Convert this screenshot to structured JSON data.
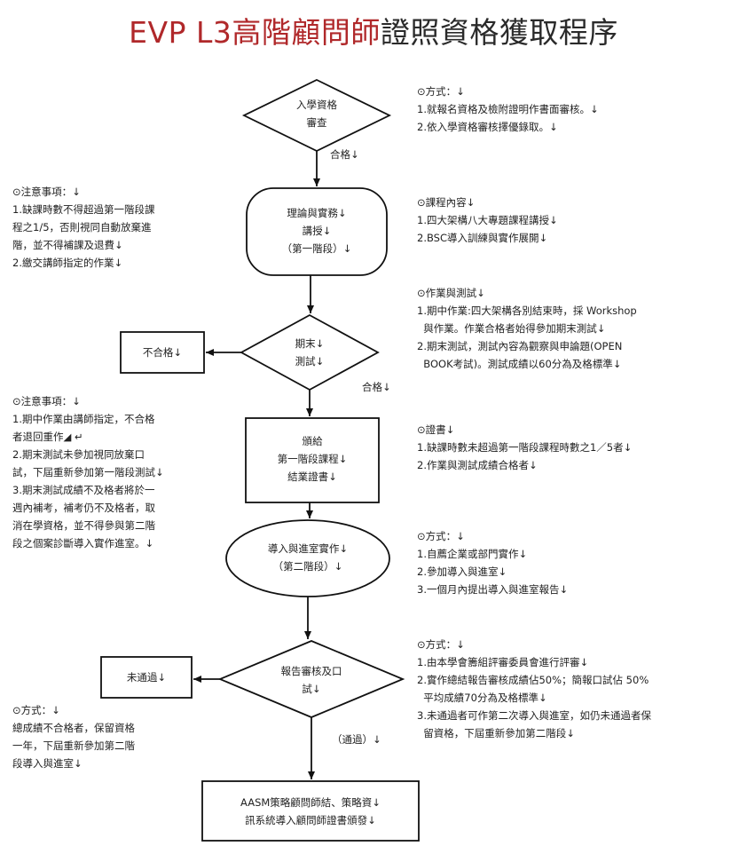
{
  "title": {
    "prefix": "EVP L3高階顧問師",
    "suffix": "證照資格獲取程序"
  },
  "nodes": {
    "n1": [
      "入學資格",
      "審查"
    ],
    "n2": [
      "理論與實務↓",
      "講授↓",
      "（第一階段）↓"
    ],
    "n3": [
      "期末↓",
      "測試↓"
    ],
    "n4": "不合格↓",
    "n5": [
      "頒給",
      "第一階段課程↓",
      "結業證書↓"
    ],
    "n6": [
      "導入與進室實作↓",
      "（第二階段）↓"
    ],
    "n7": [
      "報告審核及口",
      "試↓"
    ],
    "n8": "未通過↓",
    "n9": [
      "AASM策略顧問師結、策略資↓",
      "訊系統導入顧問師證書頒發↓"
    ]
  },
  "edge_labels": {
    "pass1": "合格↓",
    "pass2": "合格↓",
    "pass3": "（通過）↓"
  },
  "notes": {
    "r1": [
      "⊙方式：↓",
      "1.就報名資格及檢附證明作書面審核。↓",
      "2.依入學資格審核擇優錄取。↓"
    ],
    "r2": [
      "⊙課程內容↓",
      "1.四大架構八大專題課程講授↓",
      "2.BSC導入訓練與實作展開↓"
    ],
    "r3": [
      "⊙作業與測試↓",
      "1.期中作業:四大架構各別結束時，採 Workshop",
      "  與作業。作業合格者始得參加期末測試↓",
      "2.期末測試，測試內容為觀察與申論題(OPEN",
      "  BOOK考試)。測試成績以60分為及格標準↓"
    ],
    "r4": [
      "⊙證書↓",
      "1.缺課時數未超過第一階段課程時數之1／5者↓",
      "2.作業與測試成績合格者↓"
    ],
    "r5": [
      "⊙方式：↓",
      "1.自薦企業或部門實作↓",
      "2.參加導入與進室↓",
      "3.一個月內提出導入與進室報告↓"
    ],
    "r6": [
      "⊙方式：↓",
      "1.由本學會籌組評審委員會進行評審↓",
      "2.實作總結報告審核成績佔50%；簡報口試佔 50%",
      "  平均成績70分為及格標準↓",
      "3.未通過者可作第二次導入與進室，如仍未通過者保",
      "  留資格，下屆重新參加第二階段↓"
    ],
    "l1": [
      "⊙注意事項：↓",
      "1.缺課時數不得超過第一階段課",
      "程之1/5，否則視同自動放棄進",
      "階，並不得補課及退費↓",
      "2.繳交講師指定的作業↓"
    ],
    "l2": [
      "⊙注意事項：↓",
      "1.期中作業由講師指定，不合格",
      "者退回重作◢ ↵",
      "2.期末測試未參加視同放棄口",
      "試，下屆重新參加第一階段測試↓",
      "3.期末測試成績不及格者將於一",
      "週內補考，補考仍不及格者，取",
      "消在學資格，並不得參與第二階",
      "段之個案診斷導入實作進室。↓"
    ],
    "l3": [
      "⊙方式：↓",
      "總成績不合格者，保留資格",
      "一年，下屆重新參加第二階",
      "段導入與進室↓"
    ]
  }
}
